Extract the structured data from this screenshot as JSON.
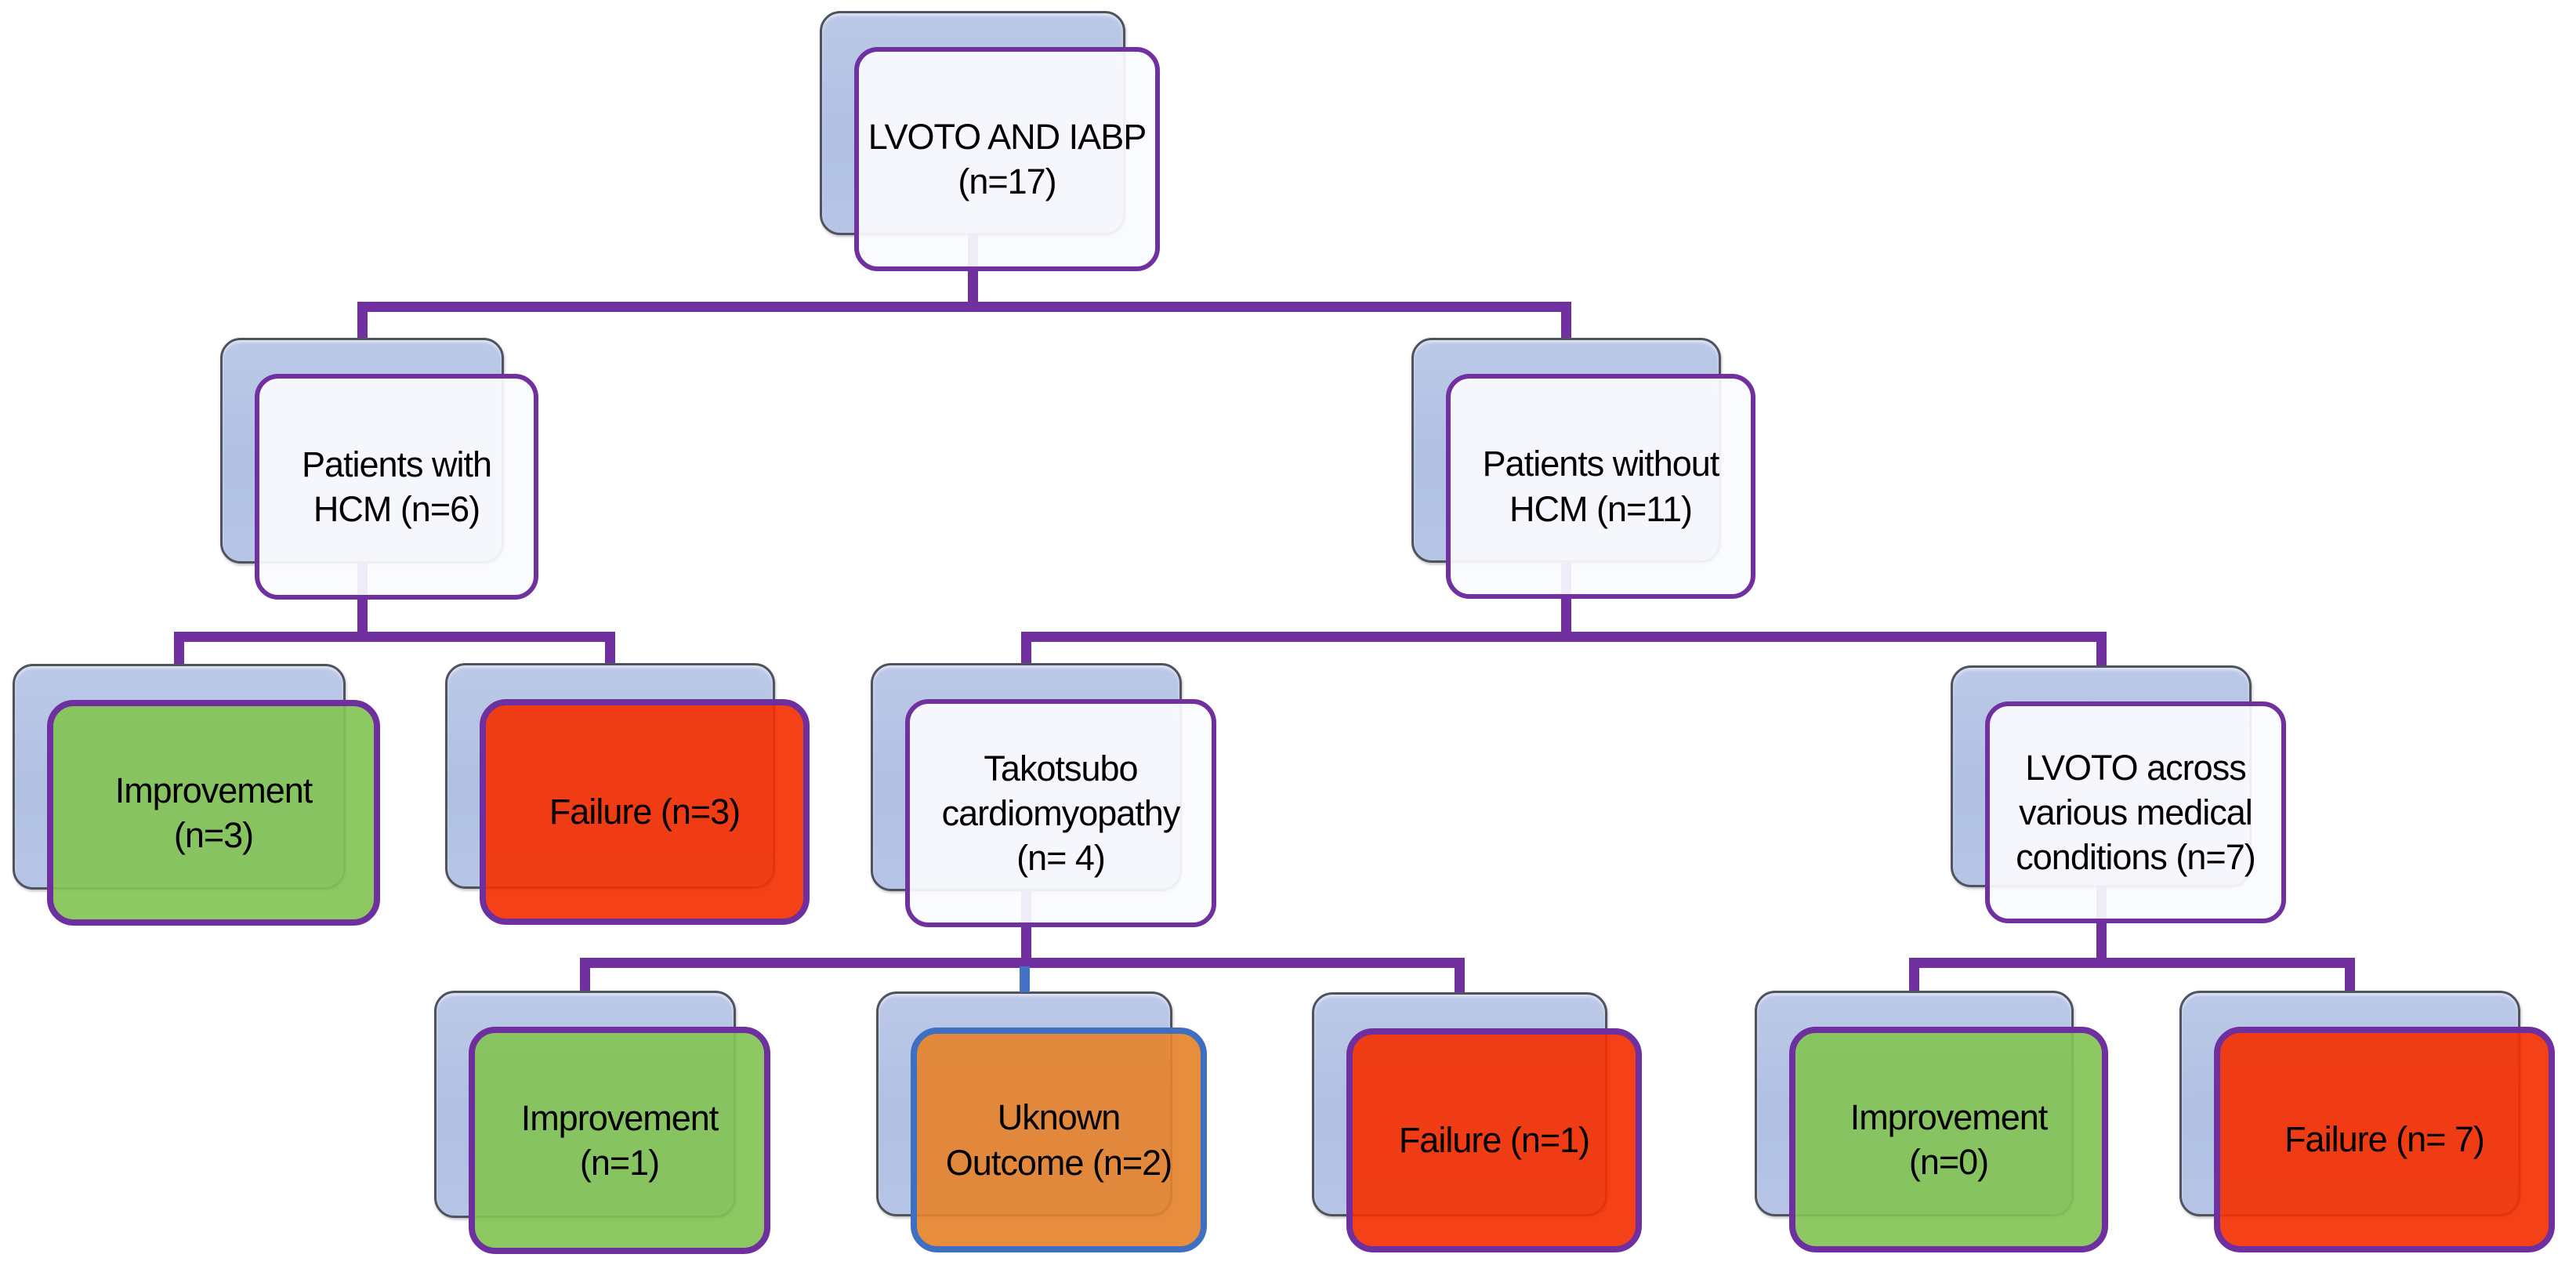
{
  "diagram_type": "flowchart",
  "palette": {
    "connector_purple": "#7030A0",
    "connector_blue": "#4472C4",
    "shadow_plate_fill": "#B3C2E2",
    "shadow_plate_border": "#50525E",
    "white_node_fill": "#FAFBFE",
    "green_node_fill": "#8DC863",
    "red_node_fill": "#F54117",
    "orange_node_fill": "#E78D3F",
    "text_color": "#000000"
  },
  "nodes": {
    "root": {
      "label": "LVOTO AND IABP\n(n=17)",
      "n": 17,
      "kind": "white"
    },
    "with_hcm": {
      "label": "Patients with\nHCM (n=6)",
      "n": 6,
      "kind": "white"
    },
    "without_hcm": {
      "label": "Patients without\nHCM (n=11)",
      "n": 11,
      "kind": "white"
    },
    "improvement_hcm": {
      "label": "Improvement\n(n=3)",
      "n": 3,
      "kind": "green"
    },
    "failure_hcm": {
      "label": "Failure (n=3)",
      "n": 3,
      "kind": "red"
    },
    "takotsubo": {
      "label": "Takotsubo\ncardiomyopathy\n(n= 4)",
      "n": 4,
      "kind": "white"
    },
    "lvoto_various": {
      "label": "LVOTO across\nvarious medical\nconditions (n=7)",
      "n": 7,
      "kind": "white"
    },
    "improvement_takotsubo": {
      "label": "Improvement\n(n=1)",
      "n": 1,
      "kind": "green"
    },
    "unknown_outcome": {
      "label": "Uknown\nOutcome (n=2)",
      "n": 2,
      "kind": "orange"
    },
    "failure_takotsubo": {
      "label": "Failure (n=1)",
      "n": 1,
      "kind": "red"
    },
    "improvement_various": {
      "label": "Improvement\n(n=0)",
      "n": 0,
      "kind": "green"
    },
    "failure_various": {
      "label": "Failure (n= 7)",
      "n": 7,
      "kind": "red"
    }
  },
  "edges": [
    {
      "from": "root",
      "to": "with_hcm",
      "color": "#7030A0"
    },
    {
      "from": "root",
      "to": "without_hcm",
      "color": "#7030A0"
    },
    {
      "from": "with_hcm",
      "to": "improvement_hcm",
      "color": "#7030A0"
    },
    {
      "from": "with_hcm",
      "to": "failure_hcm",
      "color": "#7030A0"
    },
    {
      "from": "without_hcm",
      "to": "takotsubo",
      "color": "#7030A0"
    },
    {
      "from": "without_hcm",
      "to": "lvoto_various",
      "color": "#7030A0"
    },
    {
      "from": "takotsubo",
      "to": "improvement_takotsubo",
      "color": "#7030A0"
    },
    {
      "from": "takotsubo",
      "to": "unknown_outcome",
      "color": "#4472C4"
    },
    {
      "from": "takotsubo",
      "to": "failure_takotsubo",
      "color": "#7030A0"
    },
    {
      "from": "lvoto_various",
      "to": "improvement_various",
      "color": "#7030A0"
    },
    {
      "from": "lvoto_various",
      "to": "failure_various",
      "color": "#7030A0"
    }
  ]
}
